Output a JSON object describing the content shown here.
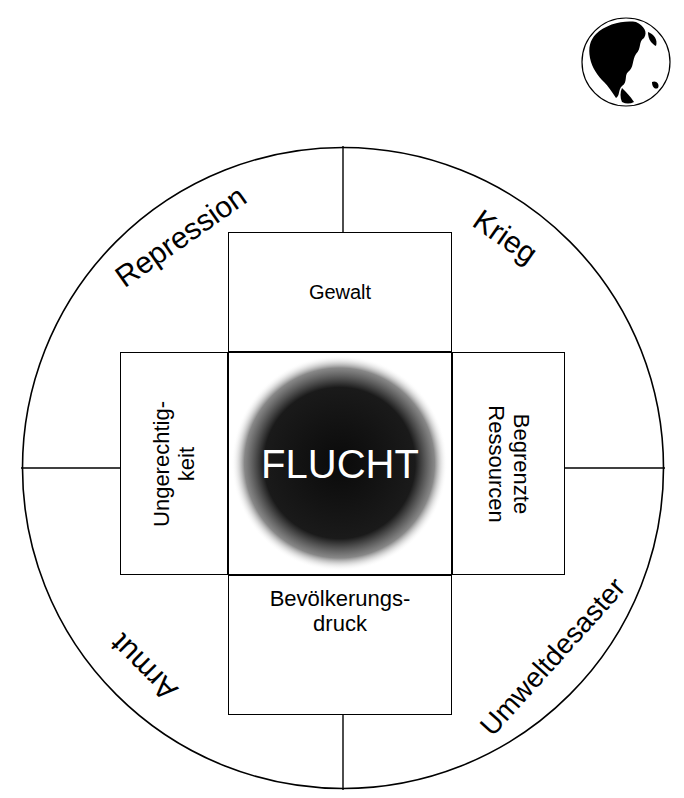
{
  "diagram": {
    "nodes": [
      {
        "text": [
          "Repression",
          "Krieg",
          "Armut",
          "Umweltdesaster"
        ]
      },
      {
        "text": [
          "Gewalt"
        ],
        "in": 0
      },
      {
        "text": [
          "Ungerechtig- keit"
        ],
        "in": 0
      },
      {
        "text": [
          "FLUCHT"
        ],
        "in": 0
      },
      {
        "text": [
          "Begrenzte Ressourcen"
        ],
        "in": 0
      },
      {
        "text": [
          "Bevölkerungs- druck"
        ],
        "in": 0
      }
    ]
  }
}
